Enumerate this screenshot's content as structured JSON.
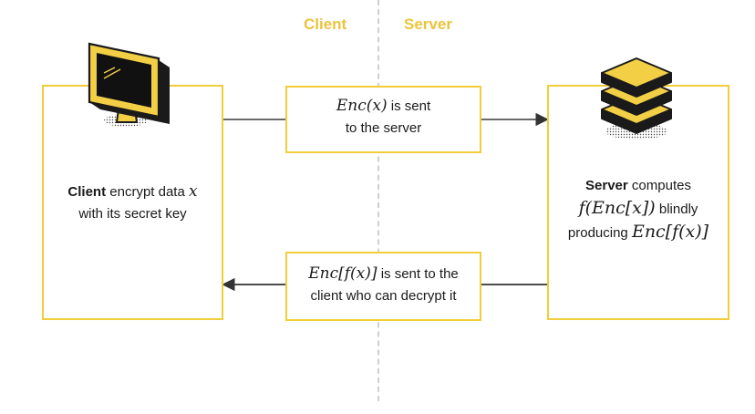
{
  "headers": {
    "client": "Client",
    "server": "Server"
  },
  "client_box": {
    "bold": "Client",
    "line1_rest": " encrypt data ",
    "var": "x",
    "line2": "with its secret key"
  },
  "top_message": {
    "math": "Enc(x)",
    "rest": " is sent",
    "line2": "to the server"
  },
  "bottom_message": {
    "math": "Enc[f(x)]",
    "rest": " is sent to the",
    "line2": "client who can decrypt it"
  },
  "server_box": {
    "bold": "Server",
    "line1_rest": " computes",
    "math2": "f(Enc[x])",
    "line2_rest": " blindly",
    "line3": "producing ",
    "math3": "Enc[f(x)]"
  },
  "colors": {
    "accent": "#f1cd3a",
    "text": "#1a1a1a",
    "arrow": "#555555",
    "divider": "#cfcfcf"
  },
  "icons": {
    "client": "monitor-icon",
    "server": "server-stack-icon"
  }
}
